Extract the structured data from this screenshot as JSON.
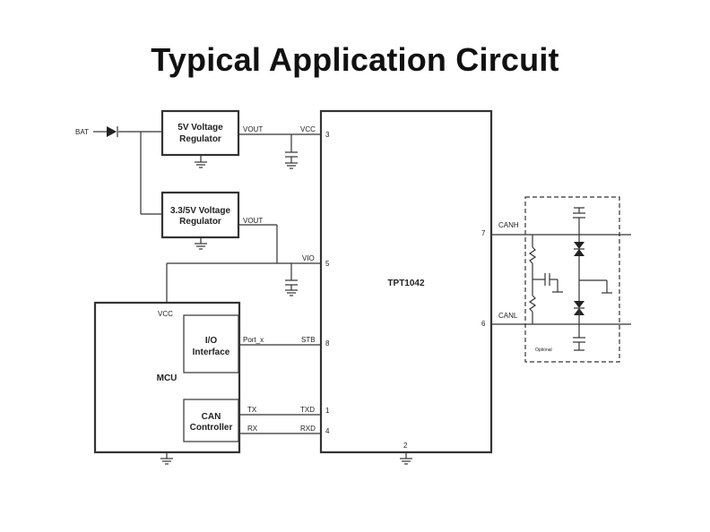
{
  "title": "Typical Application Circuit",
  "colors": {
    "line": "#333333",
    "text": "#222222",
    "background": "#ffffff"
  },
  "blocks": {
    "reg5v": [
      "5V Voltage",
      "Regulator"
    ],
    "reg33": [
      "3.3/5V Voltage",
      "Regulator"
    ],
    "mcu": "MCU",
    "io": [
      "I/O",
      "Interface"
    ],
    "can_ctrl": [
      "CAN",
      "Controller"
    ],
    "transceiver": "TPT1042",
    "optional": "Optional"
  },
  "signals": {
    "bat": "BAT",
    "vout1": "VOUT",
    "vout2": "VOUT",
    "vcc_pin": "VCC",
    "vio": "VIO",
    "mcu_vcc": "VCC",
    "port_x": "Port_x",
    "stb": "STB",
    "tx": "TX",
    "txd": "TXD",
    "rx": "RX",
    "rxd": "RXD",
    "canh": "CANH",
    "canl": "CANL"
  },
  "pins": {
    "vcc": "3",
    "vio": "5",
    "stb": "8",
    "txd": "1",
    "rxd": "4",
    "gnd": "2",
    "canh": "7",
    "canl": "6"
  }
}
